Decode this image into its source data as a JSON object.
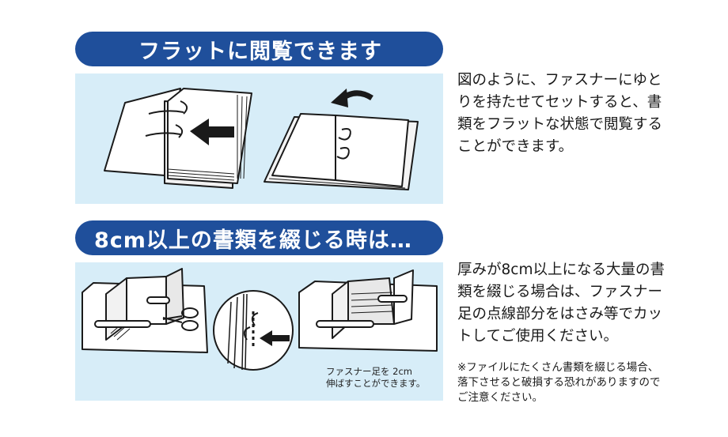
{
  "section1": {
    "heading": "フラットに閲覧できます",
    "description": "図のように、ファスナーにゆとりを持たせてセットすると、書類をフラットな状態で閲覧することができます。"
  },
  "section2": {
    "heading": "8cm以上の書類を綴じる時は…",
    "description": "厚みが8cm以上になる大量の書類を綴じる場合は、ファスナー足の点線部分をはさみ等でカットしてご使用ください。",
    "caption_line1": "ファスナー足を 2cm",
    "caption_line2": "伸ばすことができます。",
    "note": "※ファイルにたくさん書類を綴じる場合、落下させると破損する恐れがありますのでご注意ください。"
  },
  "colors": {
    "heading_bg": "#1f4f9b",
    "panel_bg": "#d7edf8"
  }
}
